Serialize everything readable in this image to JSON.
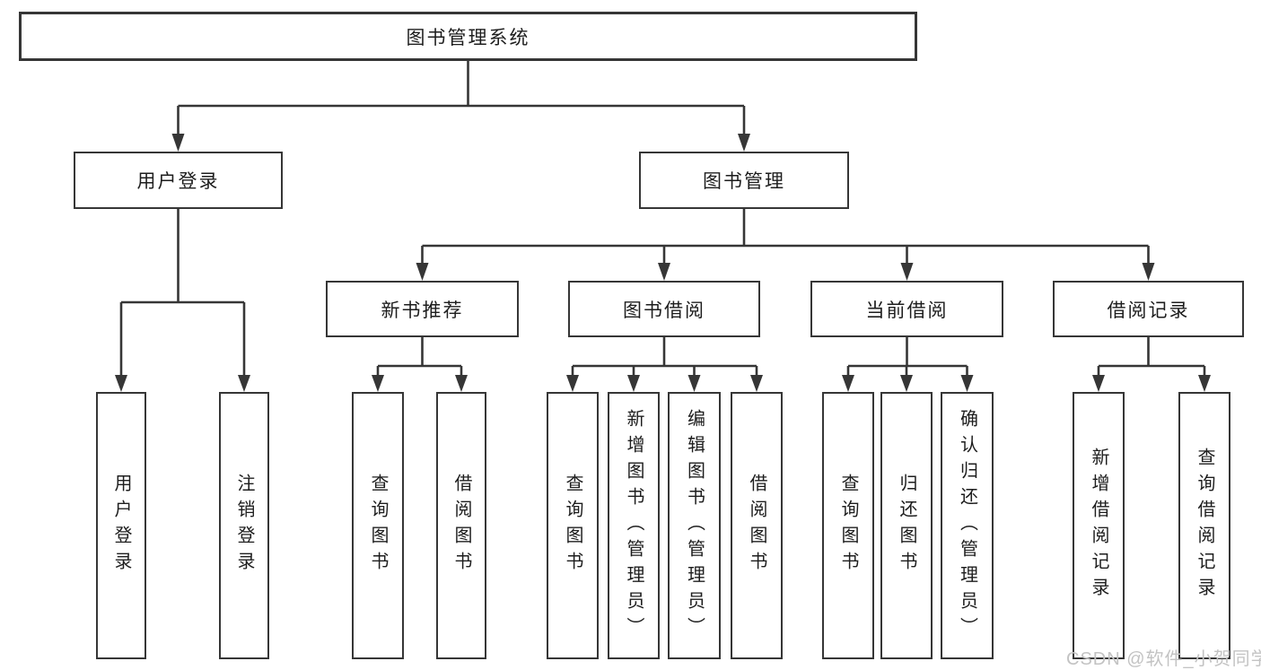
{
  "tree": {
    "label": "图书管理系统",
    "children": [
      {
        "label": "用户登录",
        "children": [
          {
            "label": "用户登录"
          },
          {
            "label": "注销登录"
          }
        ]
      },
      {
        "label": "图书管理",
        "children": [
          {
            "label": "新书推荐",
            "children": [
              {
                "label": "查询图书"
              },
              {
                "label": "借阅图书"
              }
            ]
          },
          {
            "label": "图书借阅",
            "children": [
              {
                "label": "查询图书"
              },
              {
                "label": "新增图书（管理员）"
              },
              {
                "label": "编辑图书（管理员）"
              },
              {
                "label": "借阅图书"
              }
            ]
          },
          {
            "label": "当前借阅",
            "children": [
              {
                "label": "查询图书"
              },
              {
                "label": "归还图书"
              },
              {
                "label": "确认归还（管理员）"
              }
            ]
          },
          {
            "label": "借阅记录",
            "children": [
              {
                "label": "新增借阅记录"
              },
              {
                "label": "查询借阅记录"
              }
            ]
          }
        ]
      }
    ]
  },
  "watermark": "CSDN @软件_小贺同学",
  "colors": {
    "line": "#363636",
    "box_border": "#363636",
    "text": "#1d1d1d",
    "watermark": "#c3c3c3",
    "background": "#ffffff"
  }
}
